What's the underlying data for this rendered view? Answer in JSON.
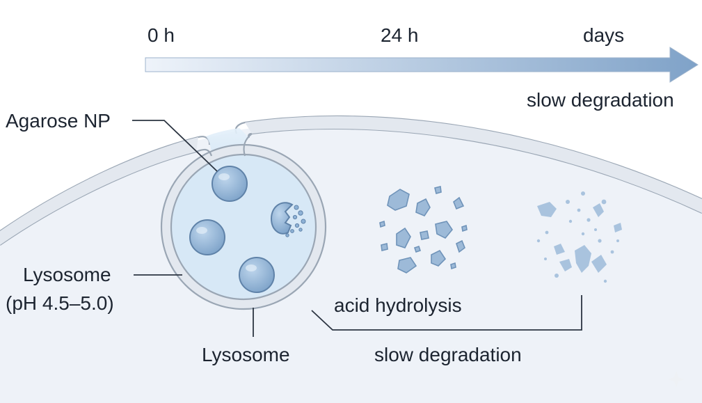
{
  "timeline": {
    "t0": "0 h",
    "t1": "24 h",
    "t2": "days",
    "caption": "slow degradation"
  },
  "labels": {
    "nanoparticle": "Agarose NP",
    "lysosome_left": "Lysosome",
    "lysosome_ph": "(pH 4.5–5.0)",
    "lysosome_bottom": "Lysosome",
    "acid_hydrolysis": "acid hydrolysis",
    "slow_degradation_bottom": "slow degradation"
  },
  "colors": {
    "cell_fill": "#eef2f8",
    "membrane": "#9aa6b4",
    "lysosome_fill": "#d7e8f6",
    "particle": "#8eb2d6",
    "arrow_end": "#7fa2c8"
  }
}
